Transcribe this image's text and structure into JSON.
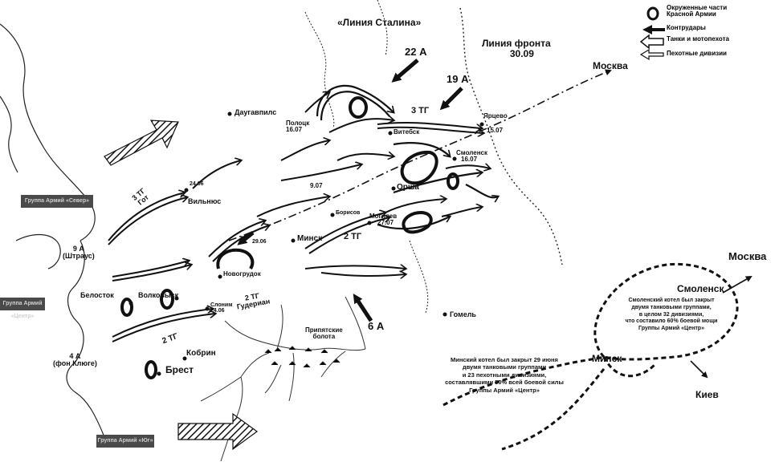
{
  "map": {
    "stalin_line": "«Линия Сталина»",
    "front_line": "Линия фронта 30.09",
    "front_line_l1": "Линия фронта",
    "front_line_l2": "30.09",
    "army_groups": [
      "Группа Армий «Север»",
      "Группа Армий «Центр»",
      "Группа Армий «Юг»"
    ],
    "places": {
      "moscow": "Москва",
      "daugavpils": "Даугавпилс",
      "polotsk": "Полоцк",
      "vitebsk": "Витебск",
      "yartsevo": "Ярцево",
      "smolensk": "Смоленск",
      "orsha": "Орша",
      "borisov": "Борисов",
      "mogilev": "Могилев",
      "vilnius": "Вильнюс",
      "minsk": "Минск",
      "novogrudok": "Новогрудок",
      "slonim": "Слоним",
      "belostok": "Белосток",
      "volkovysk": "Волковыск",
      "kobrin": "Кобрин",
      "brest": "Брест",
      "gomel": "Гомель",
      "pripyat": "Припятские болота",
      "pripyat_l1": "Припятские",
      "pripyat_l2": "болота"
    },
    "dates": {
      "polotsk": "16.07",
      "yartsevo": "15.07",
      "smolensk": "16.07",
      "vilnius": "24.06",
      "orsha": "9.07",
      "mogilev": "27.07",
      "slonim": "24.06",
      "minsk": "29.06"
    },
    "armies": {
      "a22": "22 А",
      "a19": "19 А",
      "a6": "6 А",
      "tg3": "3 ТГ",
      "tg2": "2 ТГ",
      "tg3_goth_l1": "3 ТГ",
      "tg3_goth_l2": "Гот",
      "tg2_guderian_l1": "2 ТГ",
      "tg2_guderian_l2": "Гудериан",
      "a9_l1": "9 А",
      "a9_l2": "(Штраус)",
      "a4_l1": "4 А",
      "a4_l2": "(фон Клюге)"
    }
  },
  "legend": {
    "encircled": "Окруженные части Красной Армии",
    "encircled_l1": "Окруженные части",
    "encircled_l2": "Красной Армии",
    "counterattacks": "Контрудары",
    "tanks": "Танки и мотопехота",
    "infantry": "Пехотные дивизии"
  },
  "inset": {
    "moscow": "Москва",
    "smolensk": "Смоленск",
    "minsk": "Минск",
    "kiev": "Киев",
    "smolensk_note": [
      "Смоленский котел был закрыт",
      "двумя танковыми группами,",
      "в целом 32 дивизиями,",
      "что составило 60% боевой мощи",
      "Группы Армий «Центр»"
    ],
    "minsk_note": [
      "Минский котел был закрыт 29 июня",
      "двумя танковыми группами",
      "и 23 пехотными дивизиями,",
      "составлявшими 50% всей боевой силы",
      "Группы Армий «Центр»"
    ]
  }
}
